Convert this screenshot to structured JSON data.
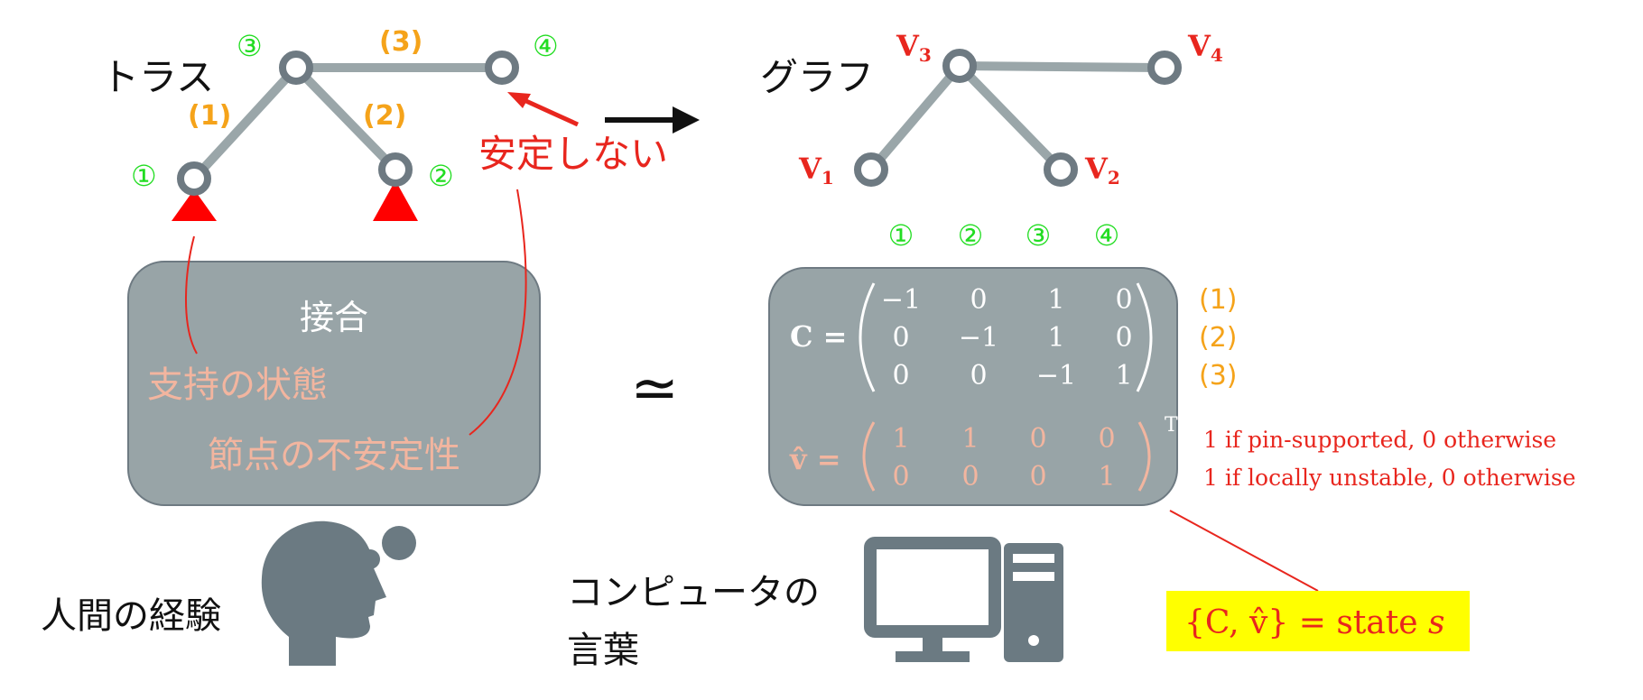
{
  "truss": {
    "title": "トラス",
    "node_labels": [
      "①",
      "②",
      "③",
      "④"
    ],
    "member_labels": [
      "(1)",
      "(2)",
      "(3)"
    ],
    "unstable_label": "安定しない"
  },
  "graph": {
    "title": "グラフ",
    "vertex_labels": [
      "V",
      "V",
      "V",
      "V"
    ],
    "vertex_subscripts": [
      "1",
      "2",
      "3",
      "4"
    ]
  },
  "human_box": {
    "title": "接合",
    "item1": "支持の状態",
    "item2": "節点の不安定性",
    "caption": "人間の経験"
  },
  "approx_symbol": "≃",
  "computer_box": {
    "column_labels": [
      "①",
      "②",
      "③",
      "④"
    ],
    "row_labels": [
      "(1)",
      "(2)",
      "(3)"
    ],
    "C_label": "C =",
    "C_matrix": [
      [
        "−1",
        "0",
        "1",
        "0"
      ],
      [
        "0",
        "−1",
        "1",
        "0"
      ],
      [
        "0",
        "0",
        "−1",
        "1"
      ]
    ],
    "v_label": "v̂ =",
    "v_matrix": [
      [
        "1",
        "1",
        "0",
        "0"
      ],
      [
        "0",
        "0",
        "0",
        "1"
      ]
    ],
    "transpose": "T",
    "note1": "1 if pin-supported, 0 otherwise",
    "note2": "1 if locally unstable, 0 otherwise",
    "caption_line1": "コンピュータの",
    "caption_line2": "言葉"
  },
  "state_box": {
    "text_prefix": "{C, v̂} = state ",
    "text_var": "s"
  },
  "colors": {
    "member_gray": "#9aa6a9",
    "node_gray": "#6e7a82",
    "support_red": "#ff0000",
    "node_green": "#22dd22",
    "member_orange": "#f5a31a",
    "label_red": "#e8261e",
    "box_gray": "#98a4a7",
    "box_border": "#6e7a82",
    "salmon": "#f2b59f",
    "highlight_yellow": "#ffff00",
    "state_red": "#e8261e",
    "icon_gray": "#6b7a82"
  }
}
